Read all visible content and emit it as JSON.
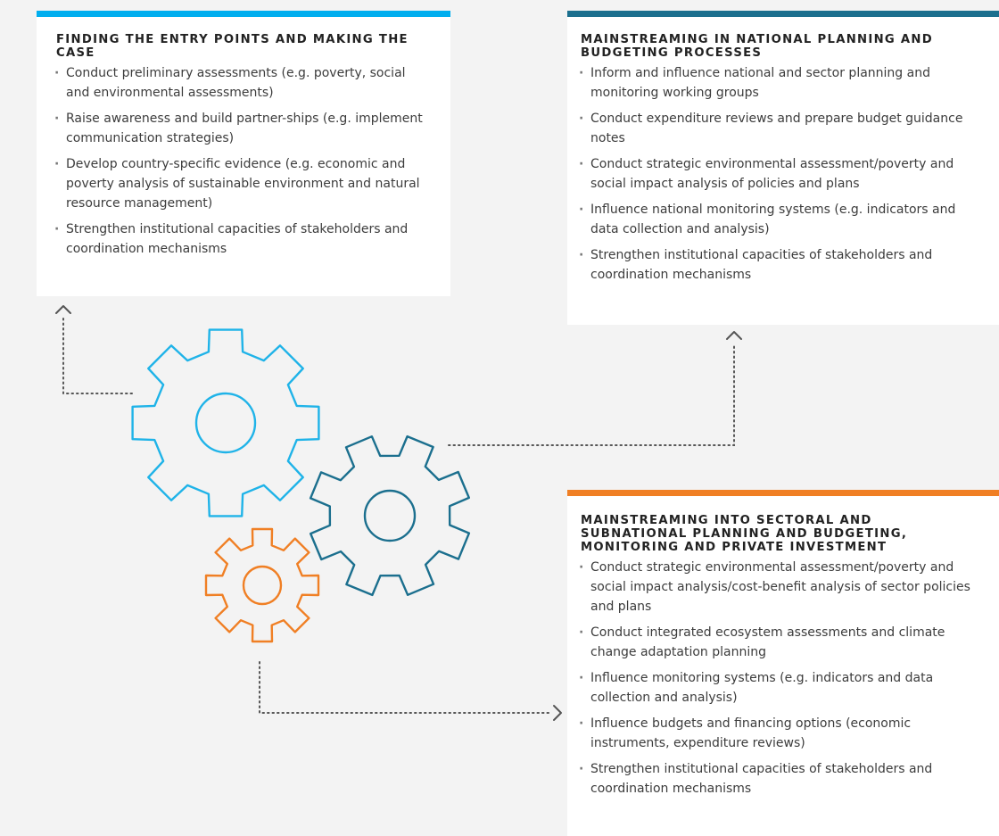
{
  "panels": [
    {
      "title": "FINDING THE ENTRY POINTS AND MAKING THE CASE",
      "color": "#00aeef",
      "items": [
        "Conduct preliminary assessments (e.g. poverty, social and environmental assessments)",
        "Raise awareness and build partner-ships (e.g. implement communication strategies)",
        "Develop country-specific evidence (e.g. economic and poverty analysis of sustainable environment and natural resource management)",
        "Strengthen institutional capacities of stakeholders and coordination mechanisms"
      ]
    },
    {
      "title": "MAINSTREAMING IN NATIONAL PLANNING AND BUDGETING PROCESSES",
      "color": "#1b6f8e",
      "items": [
        "Inform and influence national and sector planning and monitoring working groups",
        "Conduct expenditure reviews and prepare budget guidance notes",
        "Conduct strategic environmental assessment/poverty and social impact analysis of policies and plans",
        "Influence national monitoring systems (e.g. indicators and data collection and analysis)",
        "Strengthen institutional capacities of stakeholders and coordination mechanisms"
      ]
    },
    {
      "title": "MAINSTREAMING INTO SECTORAL AND SUBNATIONAL PLANNING AND BUDGETING, MONITORING AND PRIVATE INVESTMENT",
      "color": "#f07f24",
      "items": [
        "Conduct strategic environmental assessment/poverty and social impact analysis/cost-benefit analysis of sector policies and plans",
        "Conduct integrated ecosystem assessments and climate change adaptation planning",
        "Influence monitoring systems (e.g. indicators and data collection and analysis)",
        "Influence budgets and financing options (economic instruments, expenditure reviews)",
        "Strengthen institutional capacities of stakeholders and coordination mechanisms"
      ]
    }
  ],
  "gears": [
    {
      "name": "large-gear",
      "color": "#1fb3e8"
    },
    {
      "name": "medium-gear",
      "color": "#1b6f8e"
    },
    {
      "name": "small-gear",
      "color": "#f07f24"
    }
  ],
  "connector_color": "#555555"
}
